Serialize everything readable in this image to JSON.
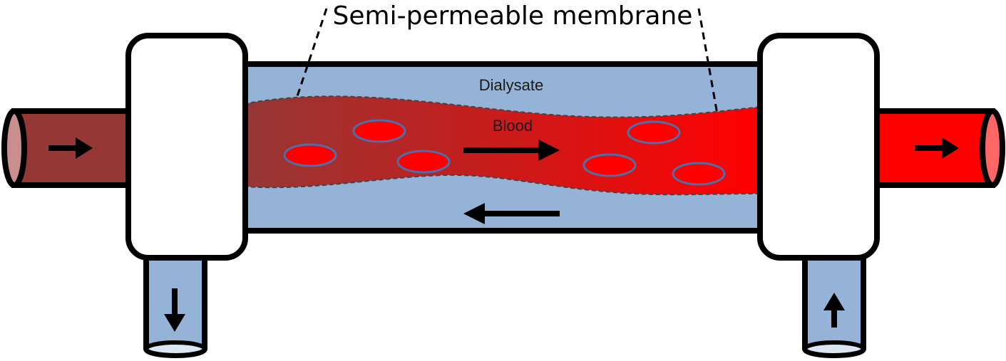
{
  "labels": {
    "membrane": "Semi-permeable membrane",
    "dialysate": "Dialysate",
    "blood": "Blood"
  },
  "colors": {
    "dialysate_fill": "#95b3d7",
    "blood_in": "#953735",
    "blood_out": "#ff0000",
    "cell_fill": "#ff0000",
    "cell_stroke": "#4f6ea8",
    "tube_in_end": "#c98f8e",
    "tube_out_end": "#ff6666",
    "dialysate_port_end": "#dce6f2",
    "outline": "#000000"
  },
  "icons": [
    "arrow-right-icon",
    "arrow-left-icon",
    "arrow-down-icon",
    "arrow-up-icon"
  ]
}
